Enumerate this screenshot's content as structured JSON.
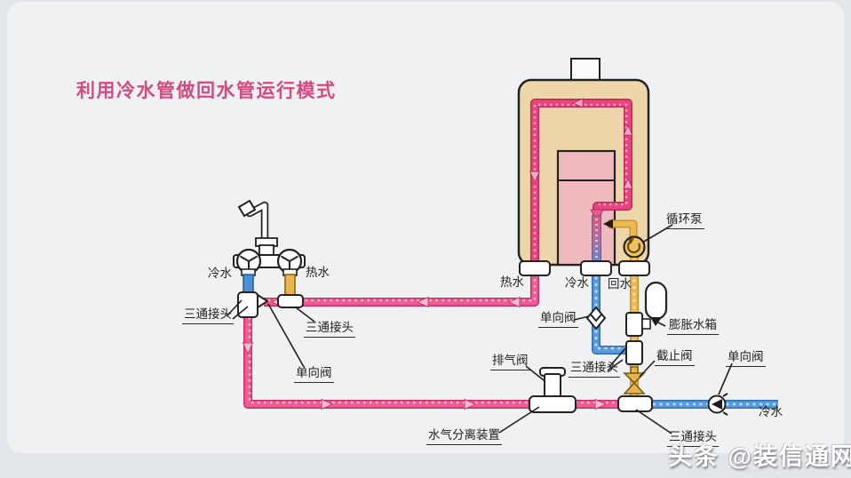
{
  "title": "利用冷水管做回水管运行模式",
  "watermark": "头条 @装信通网",
  "colors": {
    "hot_pipe": "#e0336f",
    "cold_pipe": "#4a90d9",
    "return_pipe": "#e2a93e",
    "heater_body": "#eed6ab",
    "tank": "#eebabe",
    "title_text": "#d6487f"
  },
  "labels": {
    "faucet_cold": "冷水",
    "faucet_hot": "热水",
    "faucet_tee_left": "三通接头",
    "faucet_tee_right": "三通接头",
    "faucet_check_valve": "单向阀",
    "heater_hot": "热水",
    "heater_cold": "冷水",
    "heater_return": "回水",
    "circulation_pump": "循环泵",
    "check_valve_mid": "单向阀",
    "expansion_tank": "膨胀水箱",
    "tee_mid": "三通接头",
    "stop_valve": "截止阀",
    "exhaust_valve": "排气阀",
    "separator": "水气分离装置",
    "tee_bottom": "三通接头",
    "check_valve_inlet": "单向阀",
    "cold_inlet": "冷水"
  }
}
